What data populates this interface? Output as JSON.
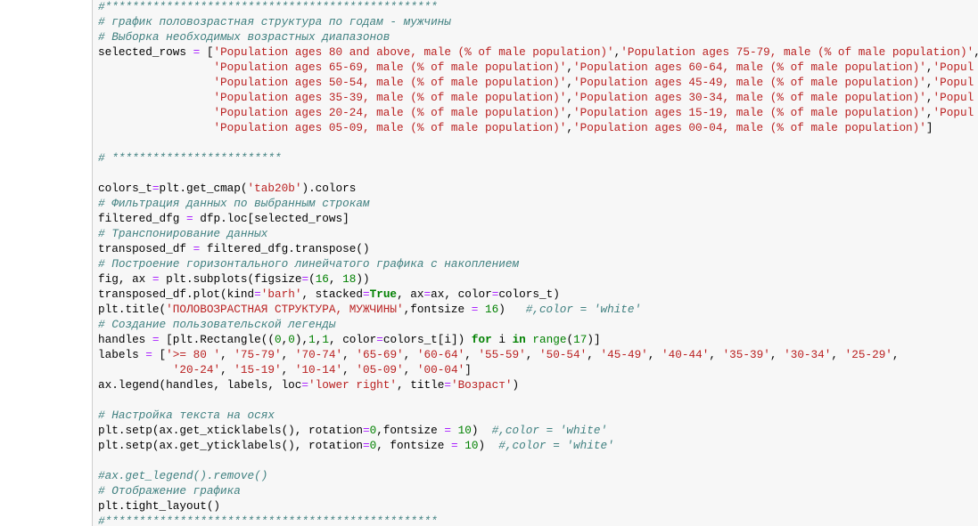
{
  "code_lines": [
    [
      [
        "c",
        "#*************************************************"
      ]
    ],
    [
      [
        "c",
        "# график половозрастная структура по годам - мужчины"
      ]
    ],
    [
      [
        "c",
        "# Выборка необходимых возрастных диапазонов"
      ]
    ],
    [
      [
        "t",
        "selected_rows "
      ],
      [
        "o",
        "="
      ],
      [
        "t",
        " ["
      ],
      [
        "s",
        "'Population ages 80 and above, male (% of male population)'"
      ],
      [
        "t",
        ","
      ],
      [
        "s",
        "'Population ages 75-79, male (% of male population)'"
      ],
      [
        "t",
        ","
      ]
    ],
    [
      [
        "t",
        "                 "
      ],
      [
        "s",
        "'Population ages 65-69, male (% of male population)'"
      ],
      [
        "t",
        ","
      ],
      [
        "s",
        "'Population ages 60-64, male (% of male population)'"
      ],
      [
        "t",
        ","
      ],
      [
        "s",
        "'Popul"
      ]
    ],
    [
      [
        "t",
        "                 "
      ],
      [
        "s",
        "'Population ages 50-54, male (% of male population)'"
      ],
      [
        "t",
        ","
      ],
      [
        "s",
        "'Population ages 45-49, male (% of male population)'"
      ],
      [
        "t",
        ","
      ],
      [
        "s",
        "'Popul"
      ]
    ],
    [
      [
        "t",
        "                 "
      ],
      [
        "s",
        "'Population ages 35-39, male (% of male population)'"
      ],
      [
        "t",
        ","
      ],
      [
        "s",
        "'Population ages 30-34, male (% of male population)'"
      ],
      [
        "t",
        ","
      ],
      [
        "s",
        "'Popul"
      ]
    ],
    [
      [
        "t",
        "                 "
      ],
      [
        "s",
        "'Population ages 20-24, male (% of male population)'"
      ],
      [
        "t",
        ","
      ],
      [
        "s",
        "'Population ages 15-19, male (% of male population)'"
      ],
      [
        "t",
        ","
      ],
      [
        "s",
        "'Popul"
      ]
    ],
    [
      [
        "t",
        "                 "
      ],
      [
        "s",
        "'Population ages 05-09, male (% of male population)'"
      ],
      [
        "t",
        ","
      ],
      [
        "s",
        "'Population ages 00-04, male (% of male population)'"
      ],
      [
        "t",
        "]"
      ]
    ],
    [],
    [
      [
        "c",
        "# *************************"
      ]
    ],
    [],
    [
      [
        "t",
        "colors_t"
      ],
      [
        "o",
        "="
      ],
      [
        "t",
        "plt.get_cmap("
      ],
      [
        "s",
        "'tab20b'"
      ],
      [
        "t",
        ").colors"
      ]
    ],
    [
      [
        "c",
        "# Фильтрация данных по выбранным строкам"
      ]
    ],
    [
      [
        "t",
        "filtered_dfg "
      ],
      [
        "o",
        "="
      ],
      [
        "t",
        " dfp.loc[selected_rows]"
      ]
    ],
    [
      [
        "c",
        "# Транспонирование данных"
      ]
    ],
    [
      [
        "t",
        "transposed_df "
      ],
      [
        "o",
        "="
      ],
      [
        "t",
        " filtered_dfg.transpose()"
      ]
    ],
    [
      [
        "c",
        "# Построение горизонтального линейчатого графика с накоплением"
      ]
    ],
    [
      [
        "t",
        "fig, ax "
      ],
      [
        "o",
        "="
      ],
      [
        "t",
        " plt.subplots(figsize"
      ],
      [
        "o",
        "="
      ],
      [
        "t",
        "("
      ],
      [
        "n",
        "16"
      ],
      [
        "t",
        ", "
      ],
      [
        "n",
        "18"
      ],
      [
        "t",
        "))"
      ]
    ],
    [
      [
        "t",
        "transposed_df.plot(kind"
      ],
      [
        "o",
        "="
      ],
      [
        "s",
        "'barh'"
      ],
      [
        "t",
        ", stacked"
      ],
      [
        "o",
        "="
      ],
      [
        "k",
        "True"
      ],
      [
        "t",
        ", ax"
      ],
      [
        "o",
        "="
      ],
      [
        "t",
        "ax, color"
      ],
      [
        "o",
        "="
      ],
      [
        "t",
        "colors_t)"
      ]
    ],
    [
      [
        "t",
        "plt.title("
      ],
      [
        "s",
        "'ПОЛОВОЗРАСТНАЯ СТРУКТУРА, МУЖЧИНЫ'"
      ],
      [
        "t",
        ",fontsize "
      ],
      [
        "o",
        "="
      ],
      [
        "t",
        " "
      ],
      [
        "n",
        "16"
      ],
      [
        "t",
        ")   "
      ],
      [
        "c",
        "#,color = 'white'"
      ]
    ],
    [
      [
        "c",
        "# Создание пользовательской легенды"
      ]
    ],
    [
      [
        "t",
        "handles "
      ],
      [
        "o",
        "="
      ],
      [
        "t",
        " [plt.Rectangle(("
      ],
      [
        "n",
        "0"
      ],
      [
        "t",
        ","
      ],
      [
        "n",
        "0"
      ],
      [
        "t",
        "),"
      ],
      [
        "n",
        "1"
      ],
      [
        "t",
        ","
      ],
      [
        "n",
        "1"
      ],
      [
        "t",
        ", color"
      ],
      [
        "o",
        "="
      ],
      [
        "t",
        "colors_t[i]) "
      ],
      [
        "k",
        "for"
      ],
      [
        "t",
        " i "
      ],
      [
        "k",
        "in"
      ],
      [
        "t",
        " "
      ],
      [
        "n",
        "range"
      ],
      [
        "t",
        "("
      ],
      [
        "n",
        "17"
      ],
      [
        "t",
        ")]"
      ]
    ],
    [
      [
        "t",
        "labels "
      ],
      [
        "o",
        "="
      ],
      [
        "t",
        " ["
      ],
      [
        "s",
        "'>= 80 '"
      ],
      [
        "t",
        ", "
      ],
      [
        "s",
        "'75-79'"
      ],
      [
        "t",
        ", "
      ],
      [
        "s",
        "'70-74'"
      ],
      [
        "t",
        ", "
      ],
      [
        "s",
        "'65-69'"
      ],
      [
        "t",
        ", "
      ],
      [
        "s",
        "'60-64'"
      ],
      [
        "t",
        ", "
      ],
      [
        "s",
        "'55-59'"
      ],
      [
        "t",
        ", "
      ],
      [
        "s",
        "'50-54'"
      ],
      [
        "t",
        ", "
      ],
      [
        "s",
        "'45-49'"
      ],
      [
        "t",
        ", "
      ],
      [
        "s",
        "'40-44'"
      ],
      [
        "t",
        ", "
      ],
      [
        "s",
        "'35-39'"
      ],
      [
        "t",
        ", "
      ],
      [
        "s",
        "'30-34'"
      ],
      [
        "t",
        ", "
      ],
      [
        "s",
        "'25-29'"
      ],
      [
        "t",
        ","
      ]
    ],
    [
      [
        "t",
        "           "
      ],
      [
        "s",
        "'20-24'"
      ],
      [
        "t",
        ", "
      ],
      [
        "s",
        "'15-19'"
      ],
      [
        "t",
        ", "
      ],
      [
        "s",
        "'10-14'"
      ],
      [
        "t",
        ", "
      ],
      [
        "s",
        "'05-09'"
      ],
      [
        "t",
        ", "
      ],
      [
        "s",
        "'00-04'"
      ],
      [
        "t",
        "]"
      ]
    ],
    [
      [
        "t",
        "ax.legend(handles, labels, loc"
      ],
      [
        "o",
        "="
      ],
      [
        "s",
        "'lower right'"
      ],
      [
        "t",
        ", title"
      ],
      [
        "o",
        "="
      ],
      [
        "s",
        "'Возраст'"
      ],
      [
        "t",
        ")"
      ]
    ],
    [],
    [
      [
        "c",
        "# Настройка текста на осях"
      ]
    ],
    [
      [
        "t",
        "plt.setp(ax.get_xticklabels(), rotation"
      ],
      [
        "o",
        "="
      ],
      [
        "n",
        "0"
      ],
      [
        "t",
        ",fontsize "
      ],
      [
        "o",
        "="
      ],
      [
        "t",
        " "
      ],
      [
        "n",
        "10"
      ],
      [
        "t",
        ")  "
      ],
      [
        "c",
        "#,color = 'white'"
      ]
    ],
    [
      [
        "t",
        "plt.setp(ax.get_yticklabels(), rotation"
      ],
      [
        "o",
        "="
      ],
      [
        "n",
        "0"
      ],
      [
        "t",
        ", fontsize "
      ],
      [
        "o",
        "="
      ],
      [
        "t",
        " "
      ],
      [
        "n",
        "10"
      ],
      [
        "t",
        ")  "
      ],
      [
        "c",
        "#,color = 'white'"
      ]
    ],
    [],
    [
      [
        "c",
        "#ax.get_legend().remove()"
      ]
    ],
    [
      [
        "c",
        "# Отображение графика"
      ]
    ],
    [
      [
        "t",
        "plt.tight_layout()"
      ]
    ],
    [
      [
        "c",
        "#*************************************************"
      ]
    ]
  ]
}
